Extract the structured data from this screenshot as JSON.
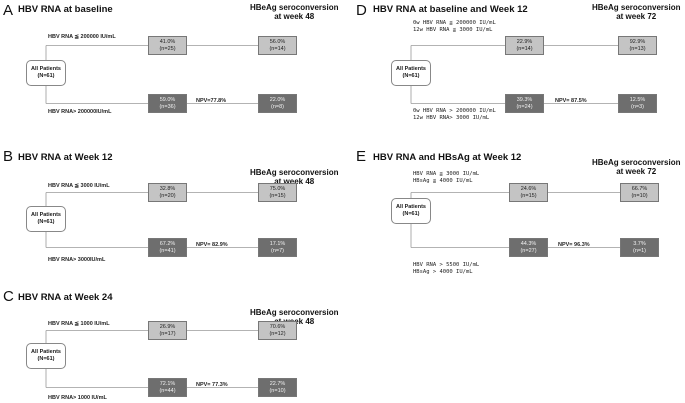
{
  "root_label": [
    "All Patients",
    "(N=61)"
  ],
  "panels": {
    "A": {
      "letter": "A",
      "title": "HBV RNA at baseline",
      "outcome": [
        "HBeAg seroconversion",
        "at week 48"
      ],
      "upper_cond": [
        "HBV RNA ≦ 200000  IU/mL"
      ],
      "lower_cond": [
        "HBV RNA> 200000IU/mL"
      ],
      "upper_box": [
        "41.0%",
        "(n=25)"
      ],
      "upper_out": [
        "56.0%",
        "(n=14)"
      ],
      "lower_box": [
        "59.0%",
        "(n=36)"
      ],
      "lower_out": [
        "22.0%",
        "(n=8)"
      ],
      "npv": "NPV=77.8%"
    },
    "B": {
      "letter": "B",
      "title": "HBV RNA at Week 12",
      "outcome": [
        "HBeAg seroconversion",
        "at week 48"
      ],
      "upper_cond": [
        "HBV RNA ≦  3000  IU/mL"
      ],
      "lower_cond": [
        "HBV RNA> 3000IU/mL"
      ],
      "upper_box": [
        "32.8%",
        "(n=20)"
      ],
      "upper_out": [
        "75.0%",
        "(n=15)"
      ],
      "lower_box": [
        "67.2%",
        "(n=41)"
      ],
      "lower_out": [
        "17.1%",
        "(n=7)"
      ],
      "npv": "NPV= 82.9%"
    },
    "C": {
      "letter": "C",
      "title": "HBV RNA at Week 24",
      "outcome": [
        "HBeAg seroconversion",
        "at week 48"
      ],
      "upper_cond": [
        "HBV RNA ≦  1000  IU/mL"
      ],
      "lower_cond": [
        "HBV RNA> 1000 IU/mL"
      ],
      "upper_box": [
        "26.9%",
        "(n=17)"
      ],
      "upper_out": [
        "70.6%",
        "(n=12)"
      ],
      "lower_box": [
        "72.1%",
        "(n=44)"
      ],
      "lower_out": [
        "22.7%",
        "(n=10)"
      ],
      "npv": "NPV= 77.3%"
    },
    "D": {
      "letter": "D",
      "title": "HBV RNA at baseline and Week 12",
      "outcome": [
        "HBeAg seroconversion",
        "at week 72"
      ],
      "upper_cond": [
        "0w HBV RNA ≦  200000  IU/mL",
        "12w HBV RNA ≦  3000  IU/mL"
      ],
      "lower_cond": [
        "0w HBV RNA >  200000  IU/mL",
        "12w HBV RNA>  3000  IU/mL"
      ],
      "upper_box": [
        "22.9%",
        "(n=14)"
      ],
      "upper_out": [
        "92.9%",
        "(n=13)"
      ],
      "lower_box": [
        "39.3%",
        "(n=24)"
      ],
      "lower_out": [
        "12.5%",
        "(n=3)"
      ],
      "npv": "NPV= 87.5%"
    },
    "E": {
      "letter": "E",
      "title": "HBV RNA and HBsAg at Week 12",
      "outcome": [
        "HBeAg seroconversion",
        "at week 72"
      ],
      "upper_cond": [
        "HBV RNA  ≦ 3000  IU/mL",
        "HBsAg  ≦ 4000  IU/mL"
      ],
      "lower_cond": [
        "HBV RNA > 5500  IU/mL",
        "HBsAg > 4000  IU/mL"
      ],
      "upper_box": [
        "24.6%",
        "(n=15)"
      ],
      "upper_out": [
        "66.7%",
        "(n=10)"
      ],
      "lower_box": [
        "44.3%",
        "(n=27)"
      ],
      "lower_out": [
        "3.7%",
        "(n=1)"
      ],
      "npv": "NPV= 96.3%"
    }
  },
  "colors": {
    "light_box": "#c4c4c4",
    "dark_box": "#6e6e6e",
    "connector": "#9a9a9a"
  }
}
